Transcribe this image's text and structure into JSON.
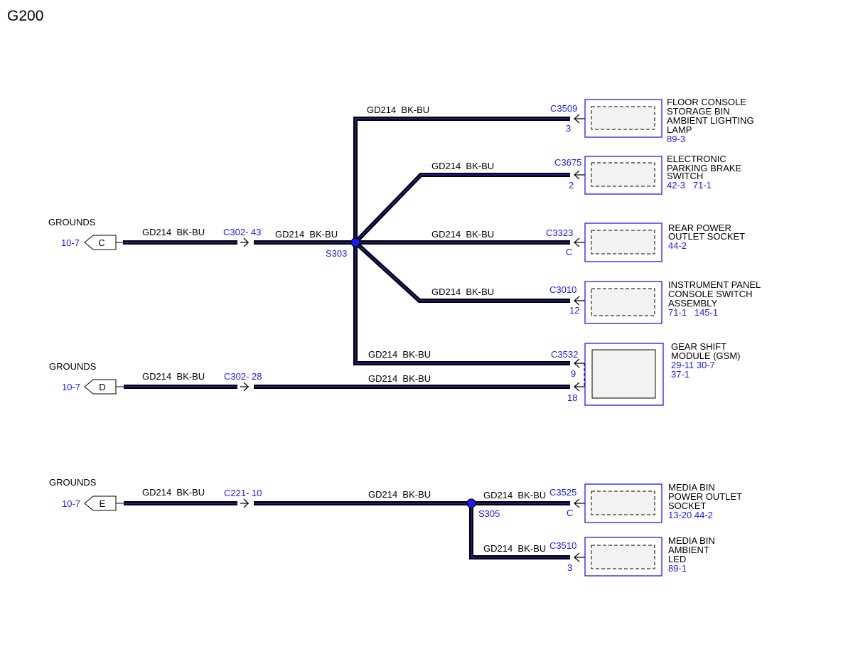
{
  "title": "G200",
  "colors": {
    "wire": "#1a1a8c",
    "ref_text": "#1a1aff",
    "box_stroke": "#1a1aff"
  },
  "grounds": [
    {
      "id": "gC",
      "label": "GROUNDS",
      "ref": "10-7",
      "letter": "C"
    },
    {
      "id": "gD",
      "label": "GROUNDS",
      "ref": "10-7",
      "letter": "D"
    },
    {
      "id": "gE",
      "label": "GROUNDS",
      "ref": "10-7",
      "letter": "E"
    }
  ],
  "inline_connectors": [
    {
      "id": "ic1",
      "name": "C302- 43"
    },
    {
      "id": "ic2",
      "name": "C302- 28"
    },
    {
      "id": "ic3",
      "name": "C221- 10"
    }
  ],
  "splices": [
    {
      "id": "s1",
      "name": "S303"
    },
    {
      "id": "s2",
      "name": "S305"
    }
  ],
  "wire_labels": [
    "GD214  BK-BU",
    "GD214  BK-BU",
    "GD214  BK-BU",
    "GD214  BK-BU",
    "GD214  BK-BU",
    "GD214  BK-BU",
    "GD214  BK-BU",
    "GD214  BK-BU",
    "GD214  BK-BU",
    "GD214  BK-BU",
    "GD214  BK-BU",
    "GD214  BK-BU",
    "GD214  BK-BU"
  ],
  "components": [
    {
      "id": "floor-console",
      "connector": "C3509",
      "pins": [
        "3"
      ],
      "name_lines": [
        "FLOOR CONSOLE",
        "STORAGE BIN",
        "AMBIENT LIGHTING",
        "LAMP"
      ],
      "refs": "89-3"
    },
    {
      "id": "parking-brake",
      "connector": "C3675",
      "pins": [
        "2"
      ],
      "name_lines": [
        "ELECTRONIC",
        "PARKING BRAKE",
        "SWITCH"
      ],
      "refs": "42-3   71-1"
    },
    {
      "id": "rear-power-outlet",
      "connector": "C3323",
      "pins": [
        "C"
      ],
      "name_lines": [
        "REAR POWER",
        "OUTLET SOCKET"
      ],
      "refs": "44-2"
    },
    {
      "id": "instrument-panel-switch",
      "connector": "C3010",
      "pins": [
        "12"
      ],
      "name_lines": [
        "INSTRUMENT PANEL",
        "CONSOLE SWITCH",
        "ASSEMBLY"
      ],
      "refs": "71-1   145-1"
    },
    {
      "id": "gear-shift-module",
      "connector": "C3532",
      "pins": [
        "9",
        "18"
      ],
      "name_lines": [
        "GEAR SHIFT",
        "MODULE (GSM)"
      ],
      "refs": "29-11 30-7",
      "refs2": "37-1"
    },
    {
      "id": "media-bin-outlet",
      "connector": "C3525",
      "pins": [
        "C"
      ],
      "name_lines": [
        "MEDIA BIN",
        "POWER OUTLET",
        "SOCKET"
      ],
      "refs": "13-20 44-2"
    },
    {
      "id": "media-bin-led",
      "connector": "C3510",
      "pins": [
        "3"
      ],
      "name_lines": [
        "MEDIA BIN",
        "AMBIENT",
        "LED"
      ],
      "refs": "89-1"
    }
  ]
}
